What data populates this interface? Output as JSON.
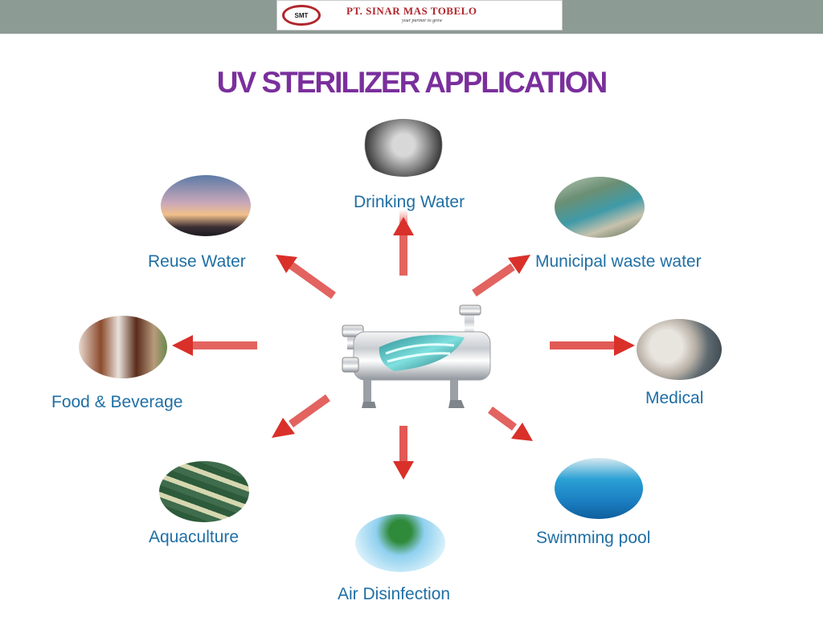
{
  "header": {
    "company_name": "PT. SINAR MAS TOBELO",
    "tagline": "your partner to grow",
    "logo_text": "SMT"
  },
  "title": "UV STERILIZER APPLICATION",
  "center": {
    "icon": "uv-sterilizer-unit"
  },
  "applications": [
    {
      "label": "Drinking Water",
      "icon": "person-drinking-photo"
    },
    {
      "label": "Municipal waste water",
      "icon": "treatment-plant-photo"
    },
    {
      "label": "Medical",
      "icon": "microscope-lab-photo"
    },
    {
      "label": "Swimming pool",
      "icon": "swimmer-photo"
    },
    {
      "label": "Air Disinfection",
      "icon": "tree-sky-photo"
    },
    {
      "label": "Aquaculture",
      "icon": "fish-school-photo"
    },
    {
      "label": "Food & Beverage",
      "icon": "beverage-glasses-photo"
    },
    {
      "label": "Reuse Water",
      "icon": "sunset-pump-photo"
    }
  ],
  "colors": {
    "title": "#7a2f9c",
    "label": "#1f6fa5",
    "arrow": "#d9302a",
    "header_bar": "#8d9b95",
    "logo_red": "#b0262c"
  }
}
